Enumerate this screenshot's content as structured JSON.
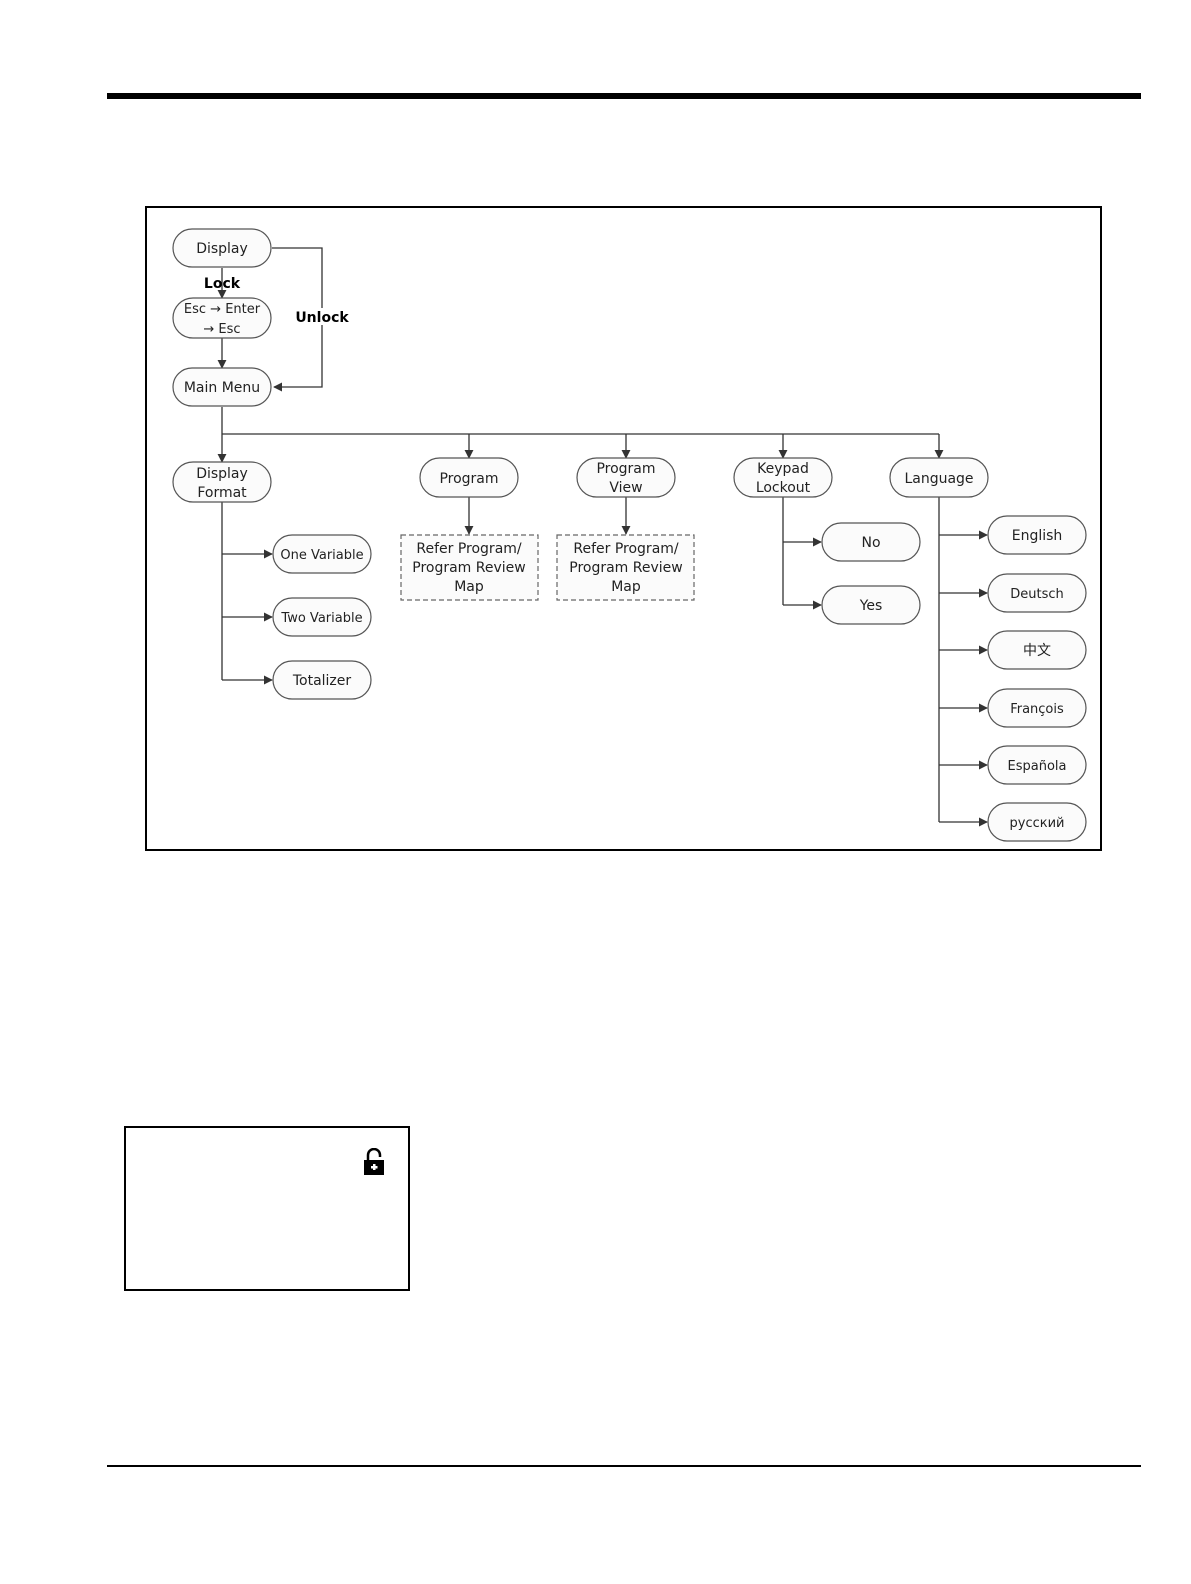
{
  "diagram": {
    "nodes": {
      "display": "Display",
      "esc_enter_esc": [
        "Esc → Enter",
        "→ Esc"
      ],
      "main_menu": "Main Menu",
      "display_format": [
        "Display",
        "Format"
      ],
      "program": "Program",
      "program_view": [
        "Program",
        "View"
      ],
      "keypad_lockout": [
        "Keypad",
        "Lockout"
      ],
      "language": "Language",
      "one_variable": "One Variable",
      "two_variable": "Two Variable",
      "totalizer": "Totalizer",
      "refer_program": [
        "Refer Program/",
        "Program Review",
        "Map"
      ],
      "refer_program_view": [
        "Refer Program/",
        "Program Review",
        "Map"
      ],
      "no": "No",
      "yes": "Yes",
      "english": "English",
      "deutsch": "Deutsch",
      "chinese": "中文",
      "francois": "François",
      "espanola": "Española",
      "russian": "русский"
    },
    "edge_labels": {
      "lock": "Lock",
      "unlock": "Unlock"
    }
  },
  "lcd": {
    "icon": "unlock-icon"
  }
}
